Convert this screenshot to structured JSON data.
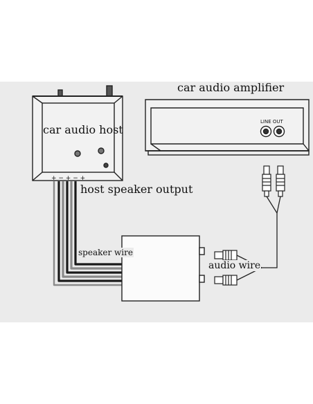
{
  "labels": {
    "amplifier": "car audio amplifier",
    "host": "car audio host",
    "speaker_output": "host speaker output",
    "speaker_wire": "speaker wire",
    "audio_wire": "audio wire",
    "line_out": "LINE OUT",
    "polarity": "+ − + − +"
  },
  "colors": {
    "background": "#ffffff",
    "panel": "#ebebeb",
    "line": "#222222",
    "wire_dark": "#1a1a1a",
    "wire_light": "#8a8a8a"
  }
}
